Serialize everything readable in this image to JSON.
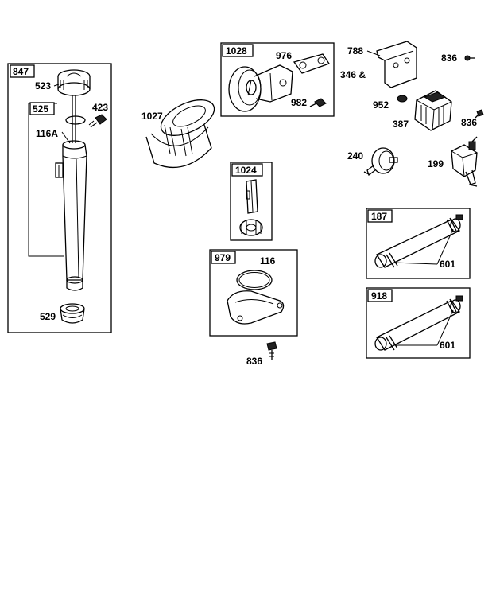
{
  "groups": {
    "g847": "847",
    "g525": "525",
    "g1028": "1028",
    "g1024": "1024",
    "g979": "979",
    "g187": "187",
    "g918": "918"
  },
  "labels": {
    "p523": "523",
    "p423": "423",
    "p116a": "116A",
    "p529": "529",
    "p1027": "1027",
    "p976": "976",
    "p982": "982",
    "p116": "116",
    "p836_bottom": "836",
    "p788": "788",
    "p346": "346 &",
    "p836_top": "836",
    "p952": "952",
    "p387": "387",
    "p836_right": "836",
    "p240": "240",
    "p199": "199",
    "p601_a": "601",
    "p601_b": "601"
  }
}
